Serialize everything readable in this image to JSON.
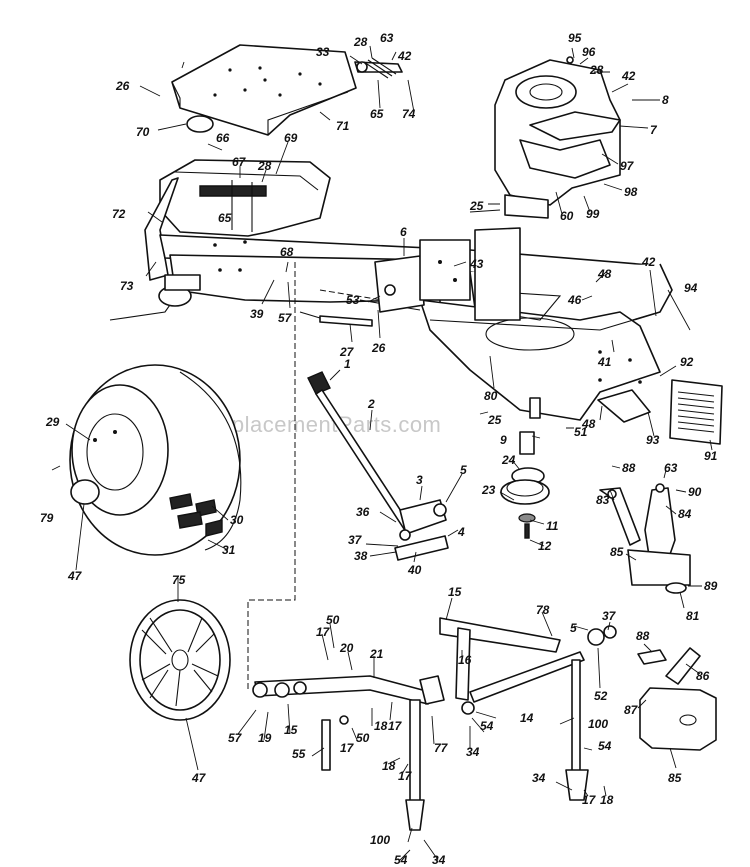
{
  "watermark": "eReplacementParts.com",
  "callouts": [
    {
      "id": "c-26a",
      "label": "26"
    },
    {
      "id": "c-33",
      "label": "33"
    },
    {
      "id": "c-28a",
      "label": "28"
    },
    {
      "id": "c-63a",
      "label": "63"
    },
    {
      "id": "c-42a",
      "label": "42"
    },
    {
      "id": "c-65a",
      "label": "65"
    },
    {
      "id": "c-74",
      "label": "74"
    },
    {
      "id": "c-71",
      "label": "71"
    },
    {
      "id": "c-70",
      "label": "70"
    },
    {
      "id": "c-66",
      "label": "66"
    },
    {
      "id": "c-69",
      "label": "69"
    },
    {
      "id": "c-67",
      "label": "67"
    },
    {
      "id": "c-28b",
      "label": "28"
    },
    {
      "id": "c-65b",
      "label": "65"
    },
    {
      "id": "c-72",
      "label": "72"
    },
    {
      "id": "c-73",
      "label": "73"
    },
    {
      "id": "c-68",
      "label": "68"
    },
    {
      "id": "c-39",
      "label": "39"
    },
    {
      "id": "c-57a",
      "label": "57"
    },
    {
      "id": "c-6",
      "label": "6"
    },
    {
      "id": "c-43",
      "label": "43"
    },
    {
      "id": "c-53",
      "label": "53"
    },
    {
      "id": "c-26b",
      "label": "26"
    },
    {
      "id": "c-27",
      "label": "27"
    },
    {
      "id": "c-95",
      "label": "95"
    },
    {
      "id": "c-96",
      "label": "96"
    },
    {
      "id": "c-28c",
      "label": "28"
    },
    {
      "id": "c-42b",
      "label": "42"
    },
    {
      "id": "c-8",
      "label": "8"
    },
    {
      "id": "c-7",
      "label": "7"
    },
    {
      "id": "c-97",
      "label": "97"
    },
    {
      "id": "c-98",
      "label": "98"
    },
    {
      "id": "c-99",
      "label": "99"
    },
    {
      "id": "c-60",
      "label": "60"
    },
    {
      "id": "c-25a",
      "label": "25"
    },
    {
      "id": "c-48a",
      "label": "48"
    },
    {
      "id": "c-42c",
      "label": "42"
    },
    {
      "id": "c-46",
      "label": "46"
    },
    {
      "id": "c-94",
      "label": "94"
    },
    {
      "id": "c-41",
      "label": "41"
    },
    {
      "id": "c-92",
      "label": "92"
    },
    {
      "id": "c-80",
      "label": "80"
    },
    {
      "id": "c-48b",
      "label": "48"
    },
    {
      "id": "c-93",
      "label": "93"
    },
    {
      "id": "c-91",
      "label": "91"
    },
    {
      "id": "c-1",
      "label": "1"
    },
    {
      "id": "c-2",
      "label": "2"
    },
    {
      "id": "c-25b",
      "label": "25"
    },
    {
      "id": "c-9",
      "label": "9"
    },
    {
      "id": "c-51",
      "label": "51"
    },
    {
      "id": "c-88a",
      "label": "88"
    },
    {
      "id": "c-24",
      "label": "24"
    },
    {
      "id": "c-63b",
      "label": "63"
    },
    {
      "id": "c-90",
      "label": "90"
    },
    {
      "id": "c-83",
      "label": "83"
    },
    {
      "id": "c-84",
      "label": "84"
    },
    {
      "id": "c-23",
      "label": "23"
    },
    {
      "id": "c-11",
      "label": "11"
    },
    {
      "id": "c-12",
      "label": "12"
    },
    {
      "id": "c-85a",
      "label": "85"
    },
    {
      "id": "c-89",
      "label": "89"
    },
    {
      "id": "c-81",
      "label": "81"
    },
    {
      "id": "c-29",
      "label": "29"
    },
    {
      "id": "c-79",
      "label": "79"
    },
    {
      "id": "c-30",
      "label": "30"
    },
    {
      "id": "c-31",
      "label": "31"
    },
    {
      "id": "c-47a",
      "label": "47"
    },
    {
      "id": "c-3",
      "label": "3"
    },
    {
      "id": "c-5a",
      "label": "5"
    },
    {
      "id": "c-36",
      "label": "36"
    },
    {
      "id": "c-37a",
      "label": "37"
    },
    {
      "id": "c-38",
      "label": "38"
    },
    {
      "id": "c-4",
      "label": "4"
    },
    {
      "id": "c-40",
      "label": "40"
    },
    {
      "id": "c-75",
      "label": "75"
    },
    {
      "id": "c-47b",
      "label": "47"
    },
    {
      "id": "c-15a",
      "label": "15"
    },
    {
      "id": "c-78",
      "label": "78"
    },
    {
      "id": "c-5b",
      "label": "5"
    },
    {
      "id": "c-37b",
      "label": "37"
    },
    {
      "id": "c-16",
      "label": "16"
    },
    {
      "id": "c-52",
      "label": "52"
    },
    {
      "id": "c-50a",
      "label": "50"
    },
    {
      "id": "c-17a",
      "label": "17"
    },
    {
      "id": "c-20",
      "label": "20"
    },
    {
      "id": "c-21",
      "label": "21"
    },
    {
      "id": "c-57b",
      "label": "57"
    },
    {
      "id": "c-19",
      "label": "19"
    },
    {
      "id": "c-15b",
      "label": "15"
    },
    {
      "id": "c-18a",
      "label": "18"
    },
    {
      "id": "c-17b",
      "label": "17"
    },
    {
      "id": "c-77",
      "label": "77"
    },
    {
      "id": "c-14",
      "label": "14"
    },
    {
      "id": "c-54a",
      "label": "54"
    },
    {
      "id": "c-34a",
      "label": "34"
    },
    {
      "id": "c-100a",
      "label": "100"
    },
    {
      "id": "c-54b",
      "label": "54"
    },
    {
      "id": "c-17c",
      "label": "17"
    },
    {
      "id": "c-50b",
      "label": "50"
    },
    {
      "id": "c-55",
      "label": "55"
    },
    {
      "id": "c-18b",
      "label": "18"
    },
    {
      "id": "c-17d",
      "label": "17"
    },
    {
      "id": "c-34b",
      "label": "34"
    },
    {
      "id": "c-17e",
      "label": "17"
    },
    {
      "id": "c-18c",
      "label": "18"
    },
    {
      "id": "c-100b",
      "label": "100"
    },
    {
      "id": "c-54c",
      "label": "54"
    },
    {
      "id": "c-34c",
      "label": "34"
    },
    {
      "id": "c-88b",
      "label": "88"
    },
    {
      "id": "c-86",
      "label": "86"
    },
    {
      "id": "c-87",
      "label": "87"
    },
    {
      "id": "c-85b",
      "label": "85"
    }
  ]
}
